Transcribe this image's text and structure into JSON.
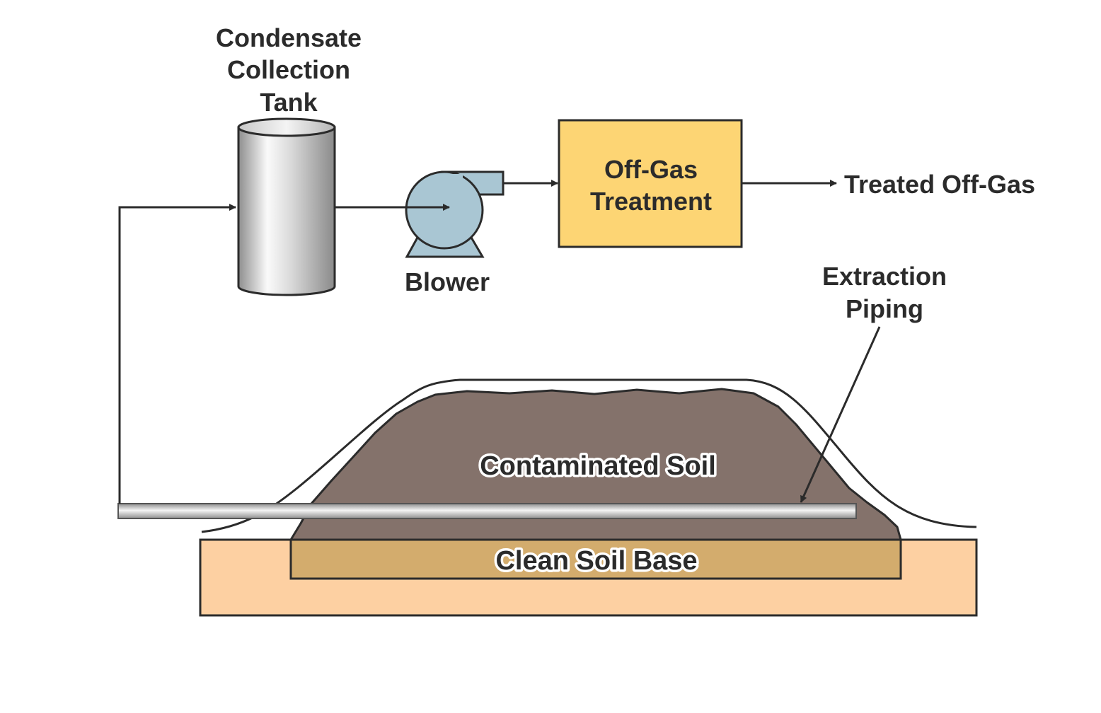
{
  "labels": {
    "tank_line1": "Condensate",
    "tank_line2": "Collection",
    "tank_line3": "Tank",
    "blower": "Blower",
    "treatment_line1": "Off-Gas",
    "treatment_line2": "Treatment",
    "treated_off_gas": "Treated Off-Gas",
    "extraction_line1": "Extraction",
    "extraction_line2": "Piping",
    "contaminated_soil": "Contaminated Soil",
    "clean_soil_base": "Clean Soil Base"
  },
  "colors": {
    "line": "#2b2b2b",
    "treatment_fill": "#fdd574",
    "blower_fill": "#a9c6d3",
    "soil_fill": "#84726b",
    "clean_base_fill": "#d3ac6d",
    "ground_fill": "#fdd0a2"
  }
}
